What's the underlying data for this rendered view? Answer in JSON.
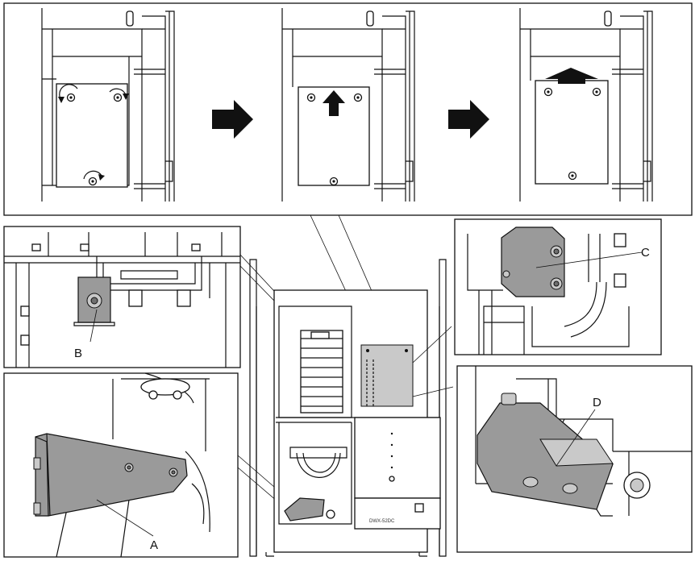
{
  "labels": {
    "a": "A",
    "b": "B",
    "c": "C",
    "d": "D"
  },
  "machine": {
    "model": "DWX-52DC"
  },
  "icons": {
    "arrow": "right-arrow-icon",
    "screw_rotate": "rotate-arrow-icon",
    "lift": "up-arrow-icon"
  },
  "colors": {
    "line": "#111111",
    "part_fill": "#9a9a9a",
    "background": "#ffffff"
  }
}
